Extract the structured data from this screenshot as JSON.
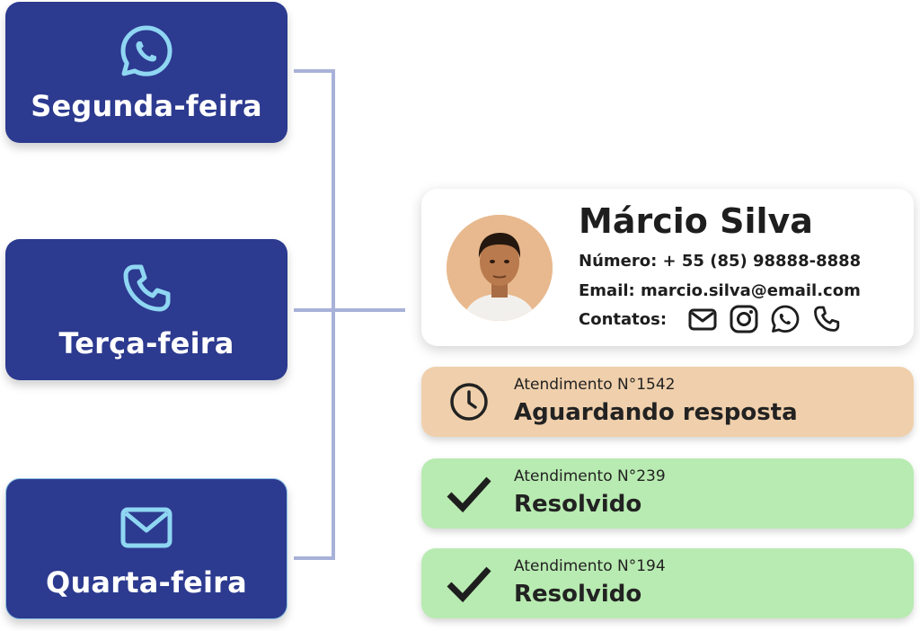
{
  "colors": {
    "day_card": "#2c3a8f",
    "day_icon": "#8fd6f2",
    "connector": "#a8b1d8",
    "pending": "#f0d0ac",
    "resolved": "#b8ebb1"
  },
  "channels": [
    {
      "day": "Segunda-feira",
      "icon": "whatsapp-icon"
    },
    {
      "day": "Terça-feira",
      "icon": "phone-icon"
    },
    {
      "day": "Quarta-feira",
      "icon": "mail-icon"
    }
  ],
  "profile": {
    "name": "Márcio Silva",
    "phone": "Número: + 55 (85) 98888-8888",
    "email": "Email: marcio.silva@email.com",
    "contacts_label": "Contatos:",
    "contact_icons": [
      "mail-icon",
      "instagram-icon",
      "whatsapp-icon",
      "phone-icon"
    ]
  },
  "tickets": [
    {
      "ticket": "Atendimento N°1542",
      "status": "Aguardando resposta",
      "icon": "clock-icon"
    },
    {
      "ticket": "Atendimento N°239",
      "status": "Resolvido",
      "icon": "check-icon"
    },
    {
      "ticket": "Atendimento N°194",
      "status": "Resolvido",
      "icon": "check-icon"
    }
  ]
}
